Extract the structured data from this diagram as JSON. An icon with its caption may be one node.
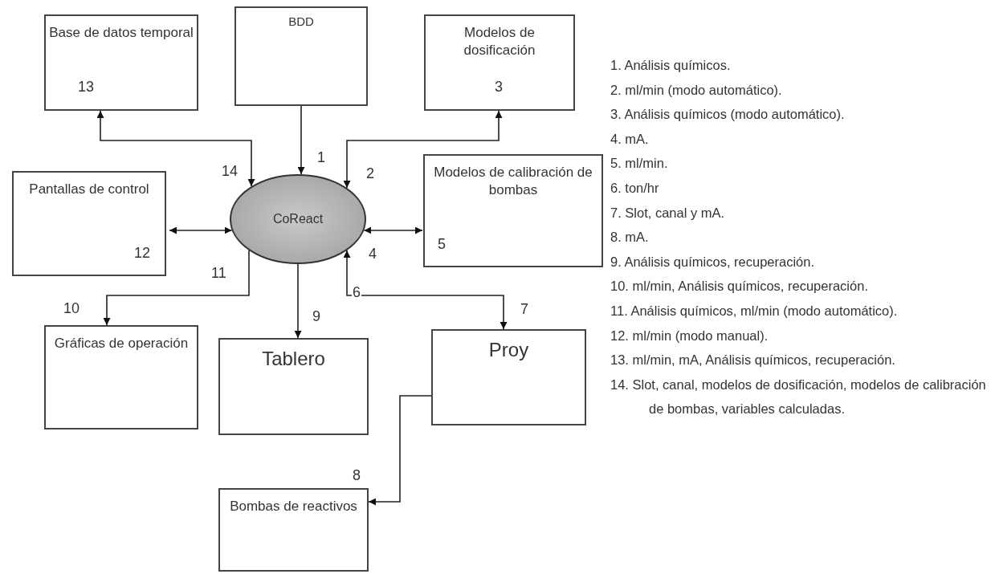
{
  "diagram": {
    "nodes": [
      {
        "text": [
          "Base de datos temporal",
          "13"
        ]
      },
      {
        "text": [
          "BDD"
        ]
      },
      {
        "text": [
          "Modelos de dosificación",
          "3"
        ]
      },
      {
        "text": [
          "Pantallas de control",
          "12"
        ]
      },
      {
        "text": [
          "CoReact"
        ]
      },
      {
        "text": [
          "Modelos de calibración de bombas",
          "5"
        ]
      },
      {
        "text": [
          "Gráficas de operación"
        ],
        "beside": [
          "10"
        ]
      },
      {
        "text": [
          "Tablero"
        ]
      },
      {
        "text": [
          "Proy"
        ],
        "beside": [
          "7"
        ]
      },
      {
        "text": [
          "Bombas de reactivos"
        ],
        "beside": [
          "8"
        ]
      }
    ],
    "edges": [
      {
        "from": 1,
        "to": 4,
        "arrow": "to",
        "label": "1"
      },
      {
        "from": 4,
        "to": 0,
        "arrow": "both",
        "label": "14"
      },
      {
        "from": 4,
        "to": 2,
        "arrow": "both",
        "label": "2"
      },
      {
        "from": 3,
        "to": 4,
        "arrow": "both"
      },
      {
        "from": 4,
        "to": 5,
        "arrow": "both",
        "label": "4"
      },
      {
        "from": 4,
        "to": 6,
        "arrow": "to",
        "label": "11"
      },
      {
        "from": 4,
        "to": 7,
        "arrow": "to",
        "label": "9"
      },
      {
        "from": 8,
        "to": 4,
        "arrow": "both",
        "label": "6"
      },
      {
        "from": 8,
        "to": 9,
        "arrow": "to"
      }
    ],
    "labels": [
      "1. Análisis químicos.",
      "2. ml/min (modo automático).",
      "3. Análisis químicos (modo automático).",
      "4. mA.",
      "5. ml/min.",
      "6. ton/hr",
      "7. Slot, canal y mA.",
      "8. mA.",
      "9. Análisis químicos, recuperación.",
      "10. ml/min, Análisis químicos, recuperación.",
      "11. Análisis químicos, ml/min (modo automático).",
      "12. ml/min (modo manual).",
      "13. ml/min, mA, Análisis químicos, recuperación.",
      "14. Slot, canal, modelos de dosificación, modelos de calibración de bombas, variables calculadas."
    ]
  }
}
